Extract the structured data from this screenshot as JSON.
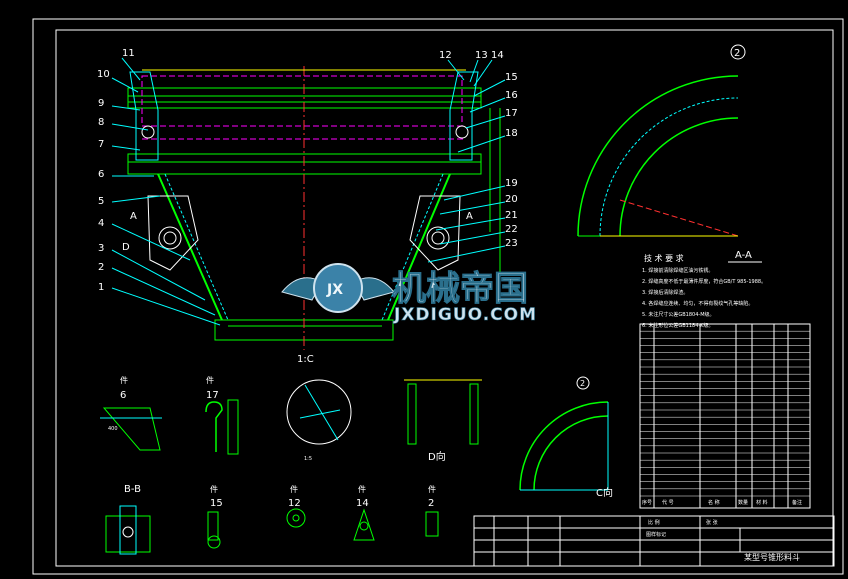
{
  "colors": {
    "background": "#000000",
    "frame": "#ffffff",
    "outline": "#00ff00",
    "leader": "#00ffff",
    "centerline": "#ff3030",
    "hidden": "#ff00ff",
    "dimension": "#ffff00",
    "weld": "#4060ff",
    "watermark_top": "#cfe3ee",
    "watermark_bottom": "#2a6f8c"
  },
  "drawing": {
    "part_labels_left": [
      "11",
      "10",
      "9",
      "8",
      "7",
      "6",
      "5",
      "4",
      "3",
      "2",
      "1"
    ],
    "part_labels_right": [
      "12",
      "13",
      "14",
      "15",
      "16",
      "17",
      "18",
      "19",
      "20",
      "21",
      "22",
      "23"
    ],
    "section_marker_left": "A",
    "section_marker_right": "A",
    "view_marker_d": "D",
    "main_view_caption": "1:C",
    "section_aa_title": "A-A",
    "section_aa_balloon": "2",
    "section_bb_title": "B-B",
    "view_d_title": "D向",
    "view_c_title": "C向",
    "arc_view_balloon": "2",
    "detail_1": {
      "label": "件",
      "num": "6"
    },
    "detail_2": {
      "label": "件",
      "num": "17"
    },
    "detail_5": {
      "label": "件",
      "num": "15"
    },
    "detail_6": {
      "label": "件",
      "num": "12"
    },
    "detail_7": {
      "label": "件",
      "num": "14"
    },
    "detail_8": {
      "label": "件",
      "num": "2"
    },
    "detail_scale_small": "1:5",
    "detail_dim_a": "400"
  },
  "watermark": {
    "cn": "机械帝国",
    "en": "JXDIGUO.COM",
    "badge": "JX"
  },
  "notes": {
    "heading": "技 术 要 求",
    "lines": [
      "1. 焊接前清除焊缝区油污铁锈。",
      "2. 焊缝高度不低于最薄件厚度，符合GB/T 985-1988。",
      "3. 焊接后清除焊渣。",
      "4. 各焊缝应连续、均匀，不得有裂纹气孔等缺陷。",
      "5. 未注尺寸公差GB1804-M级。",
      "6. 未注形位公差GB1184-K级。"
    ]
  },
  "parts_list": {
    "rows": 24,
    "footer": [
      "序号",
      "代 号",
      "名 称",
      "数量",
      "材 料",
      "备注"
    ]
  },
  "title_block": {
    "name": "某型号锥形料斗",
    "scale_label": "比 例",
    "sheet_label": "张 张",
    "stage": "图样标记"
  }
}
